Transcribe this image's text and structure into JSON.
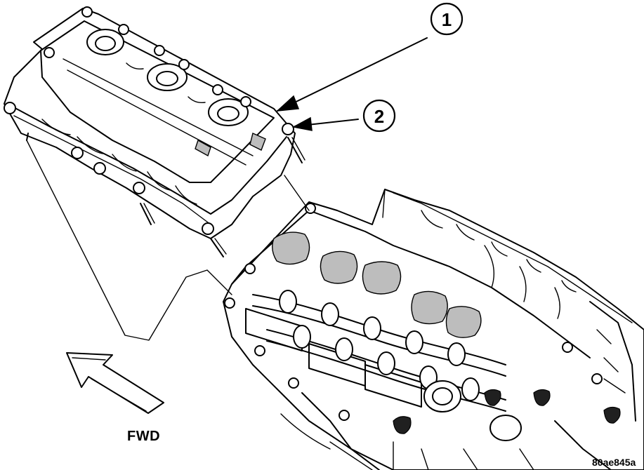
{
  "figure": {
    "callouts": [
      {
        "number": "1",
        "part_icon": "cylinder-head-cover-icon"
      },
      {
        "number": "2",
        "part_icon": "cover-bolt-icon"
      }
    ],
    "direction_label": "FWD",
    "figure_code": "80ae845a"
  }
}
